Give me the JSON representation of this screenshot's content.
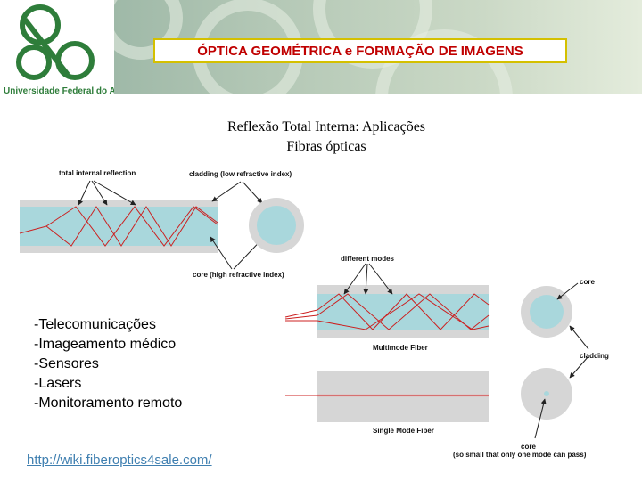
{
  "header": {
    "university": "Universidade Federal do ABC",
    "title": "ÓPTICA GEOMÉTRICA e FORMAÇÃO DE IMAGENS"
  },
  "content": {
    "subtitle_line1": "Reflexão Total Interna: Aplicações",
    "subtitle_line2": "Fibras ópticas",
    "applications": [
      "-Telecomunicações",
      "-Imageamento médico",
      "-Sensores",
      "-Lasers",
      "-Monitoramento remoto"
    ],
    "source_link": "http://wiki.fiberoptics4sale.com/"
  },
  "diagram1": {
    "label_tir": "total internal reflection",
    "label_cladding": "cladding (low refractive index)",
    "label_core": "core (high refractive index)"
  },
  "diagram2": {
    "label_modes": "different modes",
    "label_multimode": "Multimode Fiber",
    "label_singlemode": "Single Mode Fiber",
    "label_core": "core",
    "label_cladding": "cladding",
    "label_core_bottom": "core",
    "label_core_note": "(so small that only one mode can pass)"
  },
  "colors": {
    "title_text": "#c00000",
    "title_border": "#d4c000",
    "logo_green": "#2e7d3a",
    "fiber_core": "#a9d7dc",
    "fiber_cladding": "#d6d6d6",
    "ray": "#cc2020",
    "link": "#3f7fb0"
  }
}
